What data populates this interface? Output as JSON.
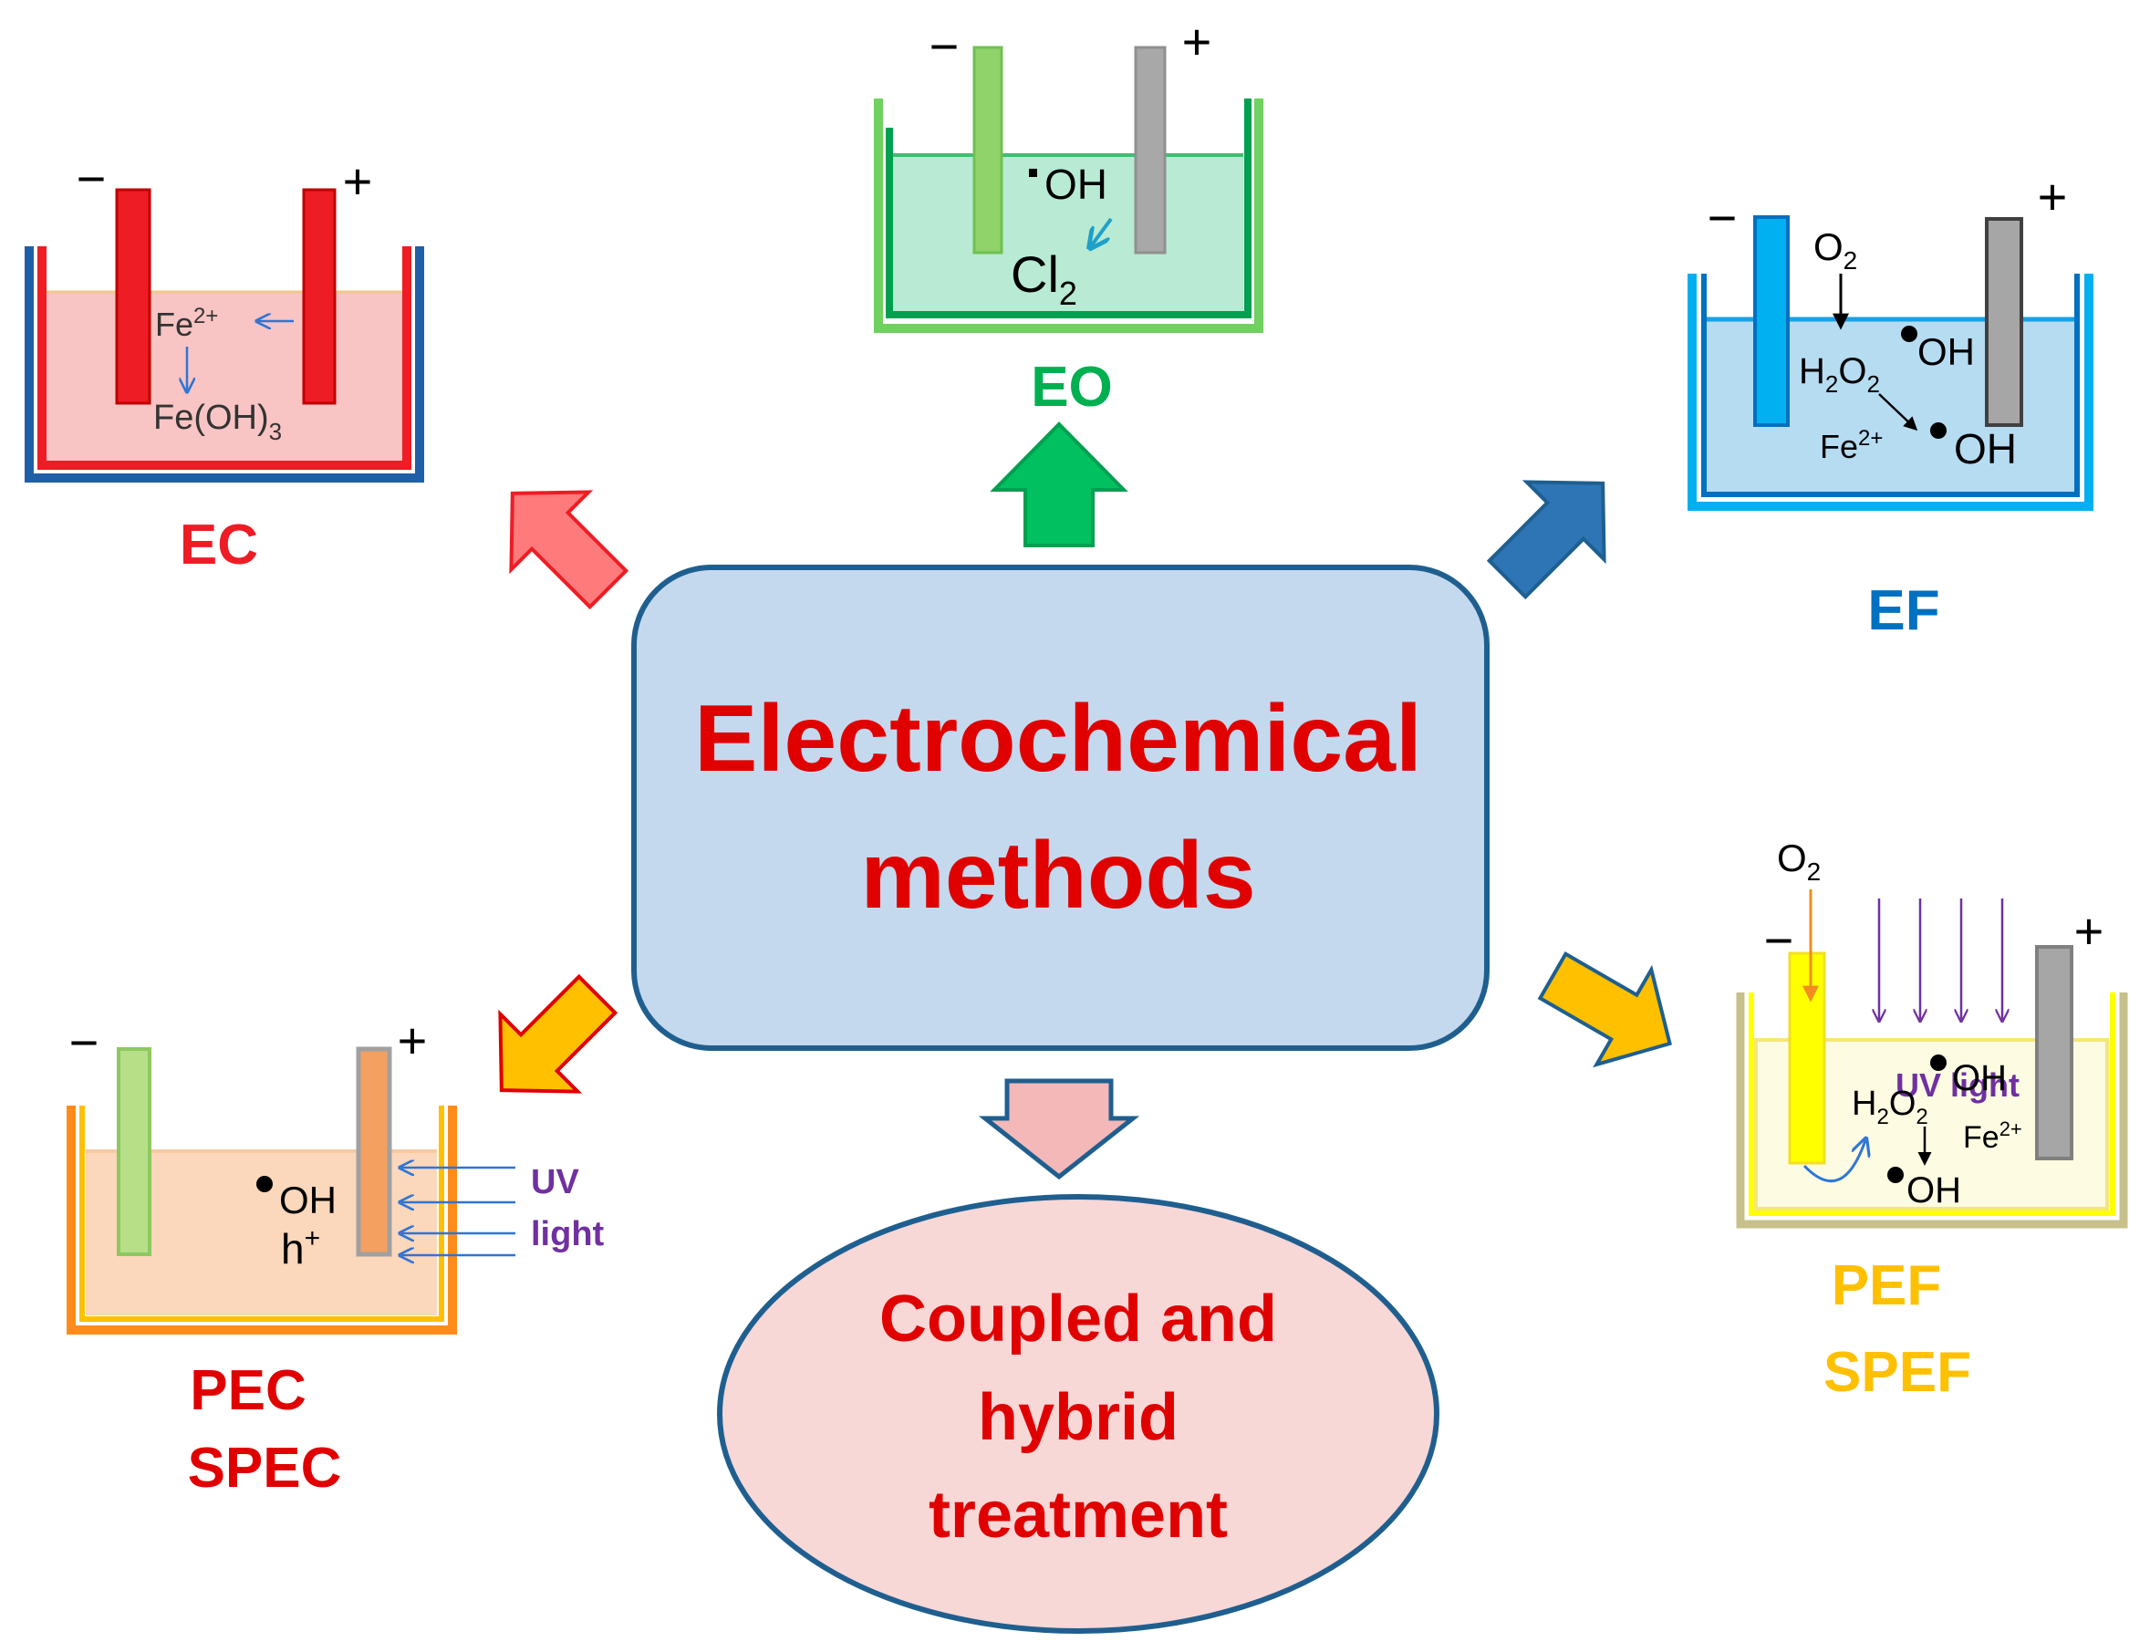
{
  "center": {
    "line1": "Electrochemical",
    "line2": "methods"
  },
  "hybrid": {
    "line1": "Coupled and",
    "line2": "hybrid",
    "line3": "treatment"
  },
  "ec": {
    "label": "EC",
    "minus": "−",
    "plus": "+",
    "fe_base": "Fe",
    "fe_sup": "2+",
    "feoh_base": "Fe(OH)",
    "feoh_sub": "3"
  },
  "eo": {
    "label": "EO",
    "minus": "−",
    "plus": "+",
    "oh": "OH",
    "cl_base": "Cl",
    "cl_sub": "2"
  },
  "ef": {
    "label": "EF",
    "minus": "−",
    "plus": "+",
    "o2_base": "O",
    "o2_sub": "2",
    "oh1": "OH",
    "h2o2_h": "H",
    "h2o2_s1": "2",
    "h2o2_o": "O",
    "h2o2_s2": "2",
    "fe_base": "Fe",
    "fe_sup": "2+",
    "oh2": "OH"
  },
  "pec": {
    "label1": "PEC",
    "label2": "SPEC",
    "minus": "−",
    "plus": "+",
    "oh": "OH",
    "h_base": "h",
    "h_sup": "+",
    "uv1": "UV",
    "uv2": "light"
  },
  "pef": {
    "label1": "PEF",
    "label2": "SPEF",
    "minus": "−",
    "plus": "+",
    "o2_base": "O",
    "o2_sub": "2",
    "uv": "UV light",
    "oh1": "OH",
    "h2o2_h": "H",
    "h2o2_s1": "2",
    "h2o2_o": "O",
    "h2o2_s2": "2",
    "fe_base": "Fe",
    "fe_sup": "2+",
    "oh2": "OH"
  },
  "colors": {
    "ec": "#ee1c25",
    "eo": "#00b050",
    "ef": "#0070c0",
    "pec": "#e00000",
    "pef": "#ffc000",
    "center_fill": "#c5d9ee",
    "center_stroke": "#1f5f8f",
    "center_text": "#e00000",
    "uv_text": "#7030a0"
  }
}
